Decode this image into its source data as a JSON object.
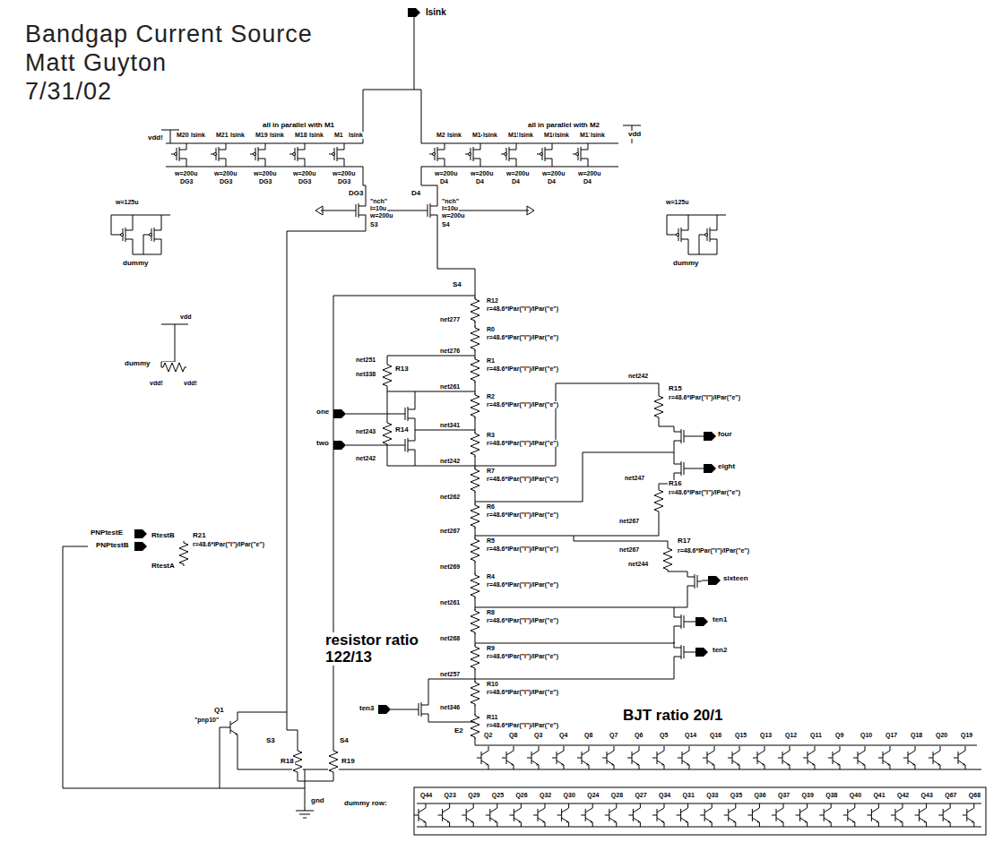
{
  "diagram": {
    "title": "Bandgap Current Source",
    "labels": [
      "Matt Guyton",
      "7/31/02",
      "Isink",
      "all in parallel with M1",
      "all in parallel with M2",
      "M20",
      "M21",
      "M19",
      "M18",
      "M1",
      "Isink",
      "Isink",
      "Isink",
      "Isink",
      "Isink",
      "M2",
      "M14",
      "M15",
      "M16",
      "M17",
      "Isink",
      "Isink",
      "Isink",
      "Isink",
      "Isink",
      "w=200u",
      "w=200u",
      "w=200u",
      "w=200u",
      "w=200u",
      "w=200u",
      "w=200u",
      "w=200u",
      "w=200u",
      "w=200u",
      "DG3",
      "DG3",
      "DG3",
      "DG3",
      "DG3",
      "D4",
      "D4",
      "D4",
      "D4",
      "D4",
      "vdd!",
      "vdd",
      "DG3",
      "D4",
      "\"nch\"",
      "\"nch\"",
      "l=10u",
      "l=10u",
      "w=200u",
      "w=200u",
      "S3",
      "S4",
      "dummy",
      "dummy",
      "w=125u",
      "w=125u",
      "vdd",
      "dummy",
      "vdd!",
      "vdd!",
      "S4",
      "R12",
      "R0",
      "R1",
      "R2",
      "R3",
      "R7",
      "R6",
      "R5",
      "R4",
      "R8",
      "R9",
      "R10",
      "R11",
      "r=48.6*lPar(\"l\")/lPar(\"e\")",
      "r=48.6*lPar(\"l\")/lPar(\"e\")",
      "r=48.6*lPar(\"l\")/lPar(\"e\")",
      "r=48.6*lPar(\"l\")/lPar(\"e\")",
      "r=48.6*lPar(\"l\")/lPar(\"e\")",
      "r=48.6*lPar(\"l\")/lPar(\"e\")",
      "r=48.6*lPar(\"l\")/lPar(\"e\")",
      "r=48.6*lPar(\"l\")/lPar(\"e\")",
      "r=48.6*lPar(\"l\")/lPar(\"e\")",
      "r=48.6*lPar(\"l\")/lPar(\"e\")",
      "r=48.6*lPar(\"l\")/lPar(\"e\")",
      "r=48.6*lPar(\"l\")/lPar(\"e\")",
      "r=48.6*lPar(\"l\")/lPar(\"e\")",
      "net277",
      "net276",
      "net261",
      "net341",
      "net242",
      "net262",
      "net267",
      "net269",
      "net261",
      "net268",
      "net257",
      "net346",
      "E2",
      "R13",
      "R14",
      "R15",
      "R16",
      "R17",
      "R18",
      "R19",
      "R21",
      "r=48.6*lPar(\"l\")/lPar(\"e\")",
      "r=48.6*lPar(\"l\")/lPar(\"e\")",
      "r=48.6*lPar(\"l\")/lPar(\"e\")",
      "r=48.6*lPar(\"l\")/lPar(\"e\")",
      "net251",
      "net338",
      "net243",
      "net242",
      "net242",
      "net247",
      "net267",
      "net267",
      "net244",
      "one",
      "two",
      "four",
      "eight",
      "sixteen",
      "ten1",
      "ten2",
      "ten3",
      "resistor ratio 122/13",
      "BJT ratio 20/1",
      "Q1",
      "\"pnp10\"",
      "Q2",
      "Q8",
      "Q3",
      "Q4",
      "Q8",
      "Q7",
      "Q6",
      "Q5",
      "Q14",
      "Q16",
      "Q15",
      "Q13",
      "Q12",
      "Q11",
      "Q9",
      "Q10",
      "Q17",
      "Q18",
      "Q20",
      "Q19",
      "dummy row:",
      "Q44",
      "Q23",
      "Q29",
      "Q25",
      "Q26",
      "Q32",
      "Q30",
      "Q24",
      "Q28",
      "Q27",
      "Q34",
      "Q31",
      "Q33",
      "Q35",
      "Q36",
      "Q37",
      "Q39",
      "Q38",
      "Q40",
      "Q41",
      "Q42",
      "Q43",
      "Q67",
      "Q68",
      "PNPtestE",
      "PNPtestB",
      "RtestB",
      "RtestA",
      "S3",
      "S4",
      "gnd"
    ]
  }
}
